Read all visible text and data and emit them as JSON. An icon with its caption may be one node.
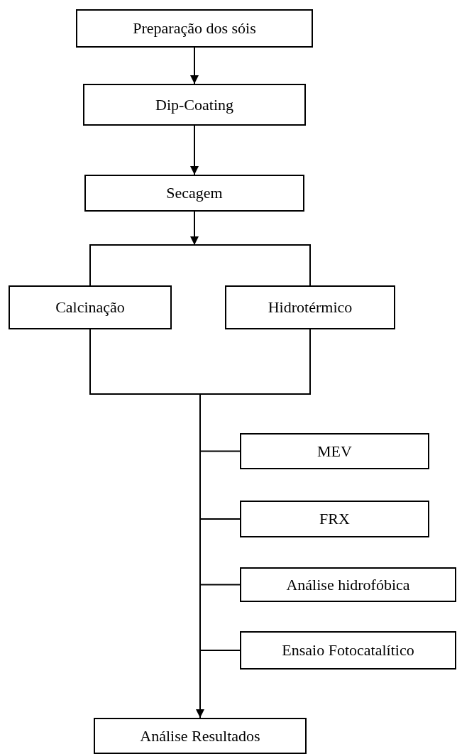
{
  "diagram": {
    "nodes": [
      {
        "text": [
          "Preparação dos sóis"
        ]
      },
      {
        "text": [
          "Dip-Coating"
        ]
      },
      {
        "text": [
          "Secagem"
        ]
      },
      {
        "text": [
          "Calcinação"
        ]
      },
      {
        "text": [
          "Hidrotérmico"
        ]
      },
      {
        "text": [
          "MEV"
        ]
      },
      {
        "text": [
          "FRX"
        ]
      },
      {
        "text": [
          "Análise hidrofóbica"
        ]
      },
      {
        "text": [
          "Ensaio Fotocatalítico"
        ]
      },
      {
        "text": [
          "Análise Resultados"
        ]
      }
    ],
    "edges": [
      {
        "from": 0,
        "to": 1,
        "arrow": "to"
      },
      {
        "from": 1,
        "to": 2,
        "arrow": "to"
      },
      {
        "from": 2,
        "to": 3,
        "arrow": "none"
      },
      {
        "from": 2,
        "to": 4,
        "arrow": "none"
      },
      {
        "from": 3,
        "to": 9,
        "arrow": "to"
      },
      {
        "from": 4,
        "to": 9,
        "arrow": "to"
      },
      {
        "from": null,
        "to": 5,
        "arrow": "none"
      },
      {
        "from": null,
        "to": 6,
        "arrow": "none"
      },
      {
        "from": null,
        "to": 7,
        "arrow": "none"
      },
      {
        "from": null,
        "to": 8,
        "arrow": "none"
      },
      {
        "from": 2,
        "to": null,
        "arrow": "to"
      }
    ]
  }
}
